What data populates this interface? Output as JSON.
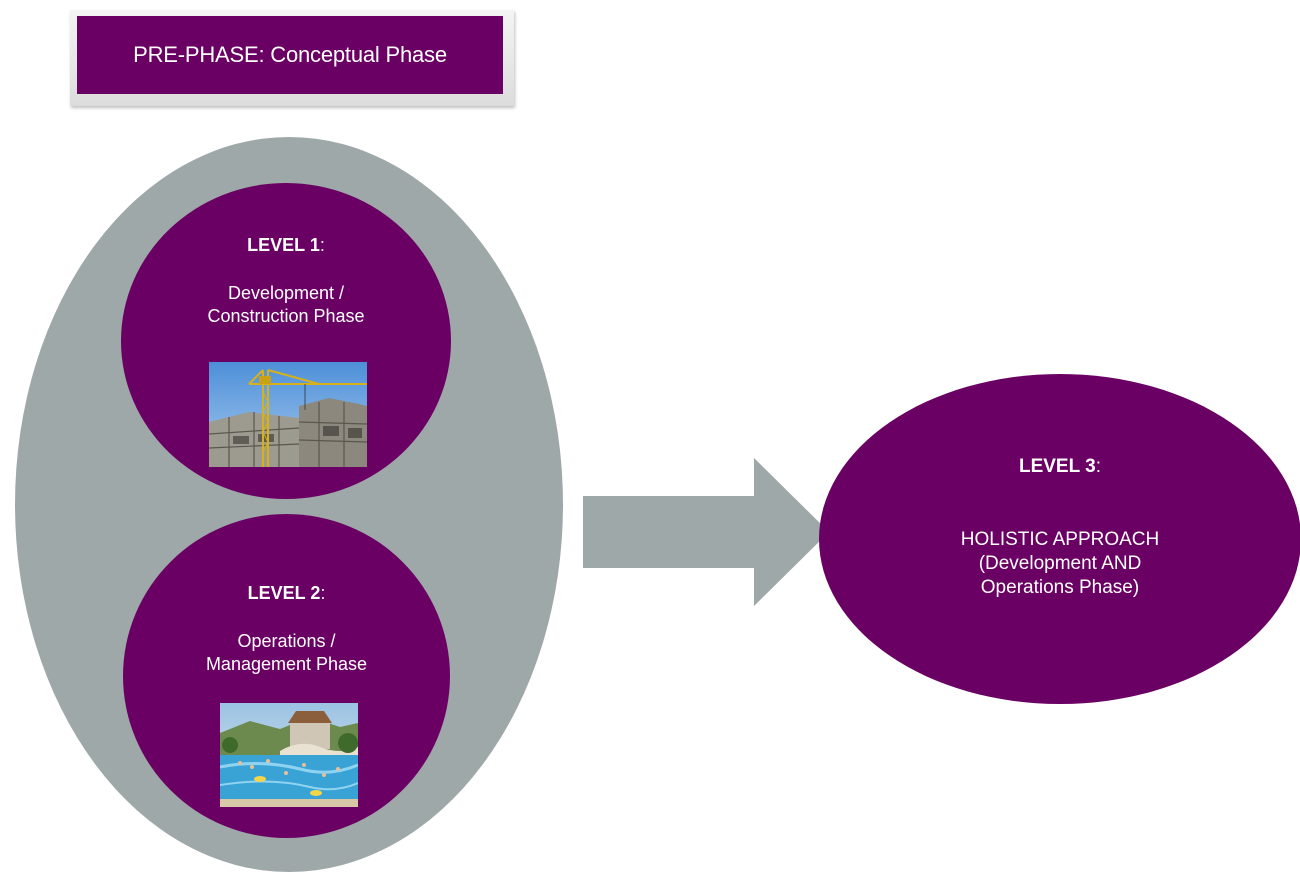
{
  "prephase": {
    "label": "PRE-PHASE: Conceptual Phase"
  },
  "levels": [
    {
      "title": "LEVEL 1",
      "colon": ":",
      "lines": [
        "Development /",
        "Construction Phase"
      ],
      "image": "construction-crane-photo"
    },
    {
      "title": "LEVEL 2",
      "colon": ":",
      "lines": [
        "Operations /",
        "Management Phase"
      ],
      "image": "waterpark-photo"
    },
    {
      "title": "LEVEL 3",
      "colon": ":",
      "lines": [
        "HOLISTIC APPROACH",
        "(Development AND",
        "Operations Phase)"
      ]
    }
  ],
  "colors": {
    "purple": "#6a0063",
    "gray": "#9fa8a8"
  },
  "icons": {
    "arrow": "right-arrow-icon"
  }
}
